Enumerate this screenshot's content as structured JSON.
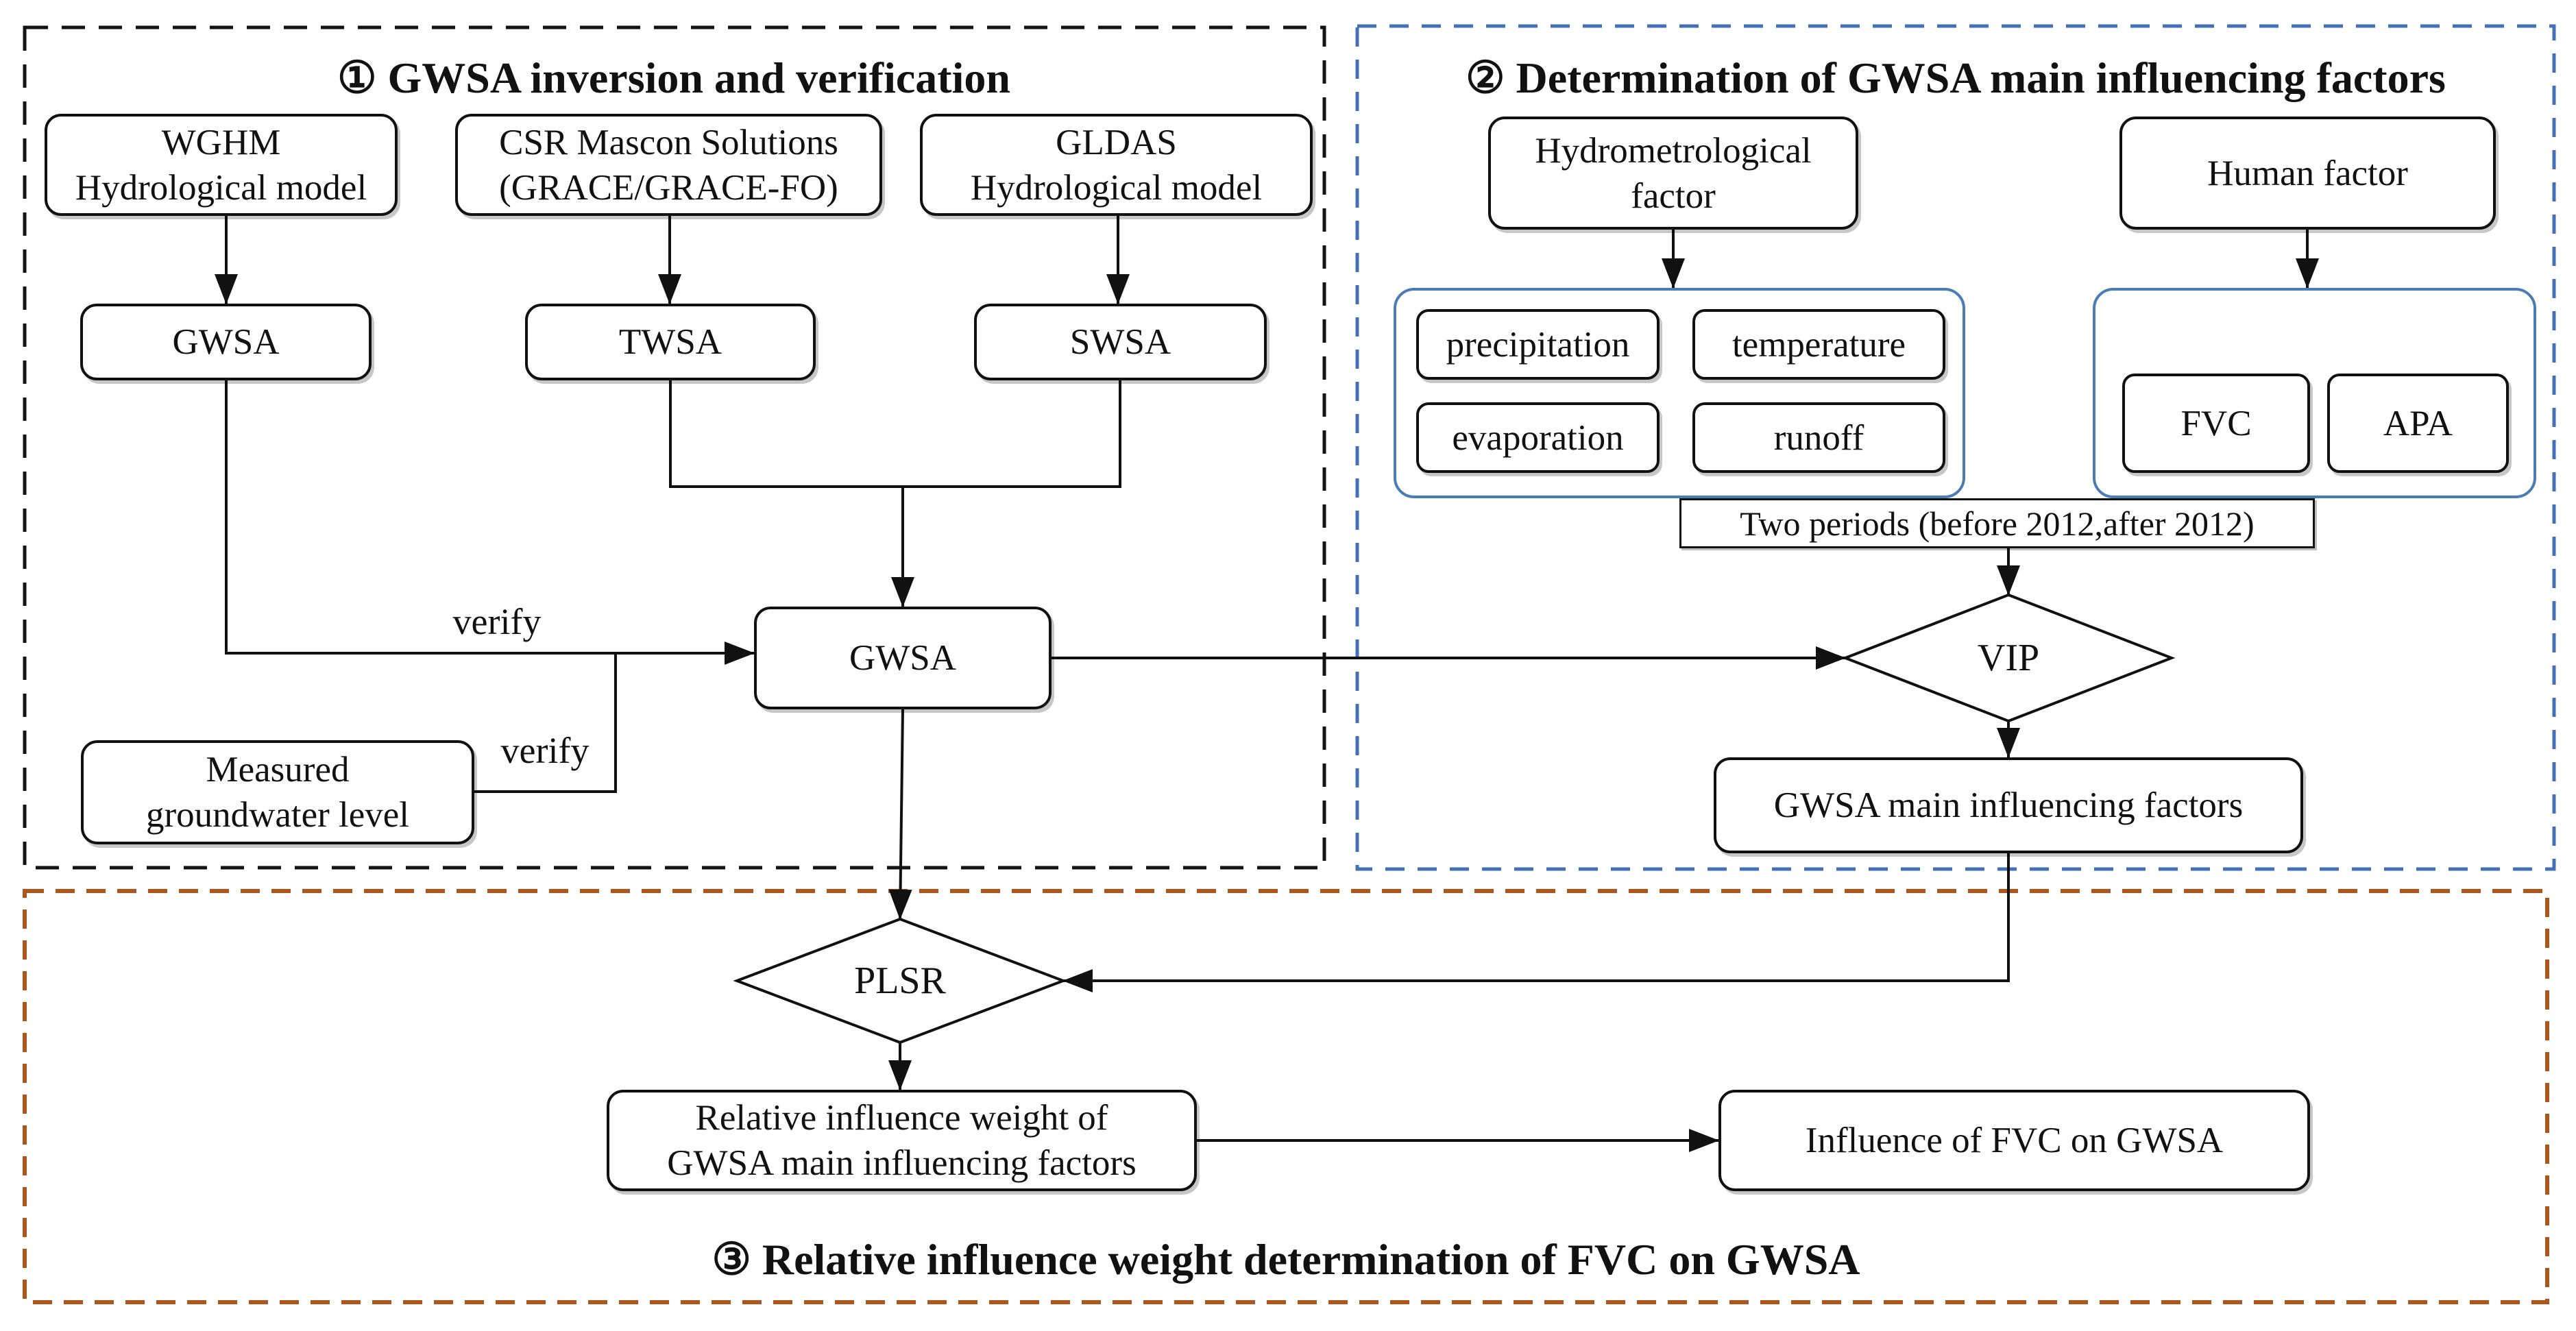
{
  "colors": {
    "line": "#111111",
    "box_border": "#111111",
    "box_fill": "#ffffff",
    "section1_border": "#141414",
    "section2_border": "#4470b8",
    "section3_border": "#b0541a",
    "cluster_border": "#4a7cb5"
  },
  "sections": {
    "s1": {
      "title": "① GWSA inversion and verification"
    },
    "s2": {
      "title": "② Determination of GWSA main influencing factors"
    },
    "s3": {
      "title": "③ Relative influence weight determination of FVC on GWSA"
    }
  },
  "nodes": {
    "wghm": {
      "lines": [
        "WGHM",
        "Hydrological model"
      ]
    },
    "csr": {
      "lines": [
        "CSR Mascon Solutions",
        "(GRACE/GRACE-FO)"
      ]
    },
    "gldas": {
      "lines": [
        "GLDAS",
        "Hydrological model"
      ]
    },
    "gwsa_wghm": {
      "label": "GWSA"
    },
    "twsa": {
      "label": "TWSA"
    },
    "swsa": {
      "label": "SWSA"
    },
    "gwsa_central": {
      "label": "GWSA"
    },
    "measured": {
      "lines": [
        "Measured",
        "groundwater level"
      ]
    },
    "hydro_factor": {
      "lines": [
        "Hydrometrological",
        "factor"
      ]
    },
    "human_factor": {
      "label": "Human factor"
    },
    "precipitation": {
      "label": "precipitation"
    },
    "temperature": {
      "label": "temperature"
    },
    "evaporation": {
      "label": "evaporation"
    },
    "runoff": {
      "label": "runoff"
    },
    "fvc": {
      "label": "FVC"
    },
    "apa": {
      "label": "APA"
    },
    "two_periods": {
      "label": "Two periods (before 2012,after 2012)"
    },
    "vip": {
      "label": "VIP"
    },
    "factors": {
      "label": "GWSA main influencing factors"
    },
    "plsr": {
      "label": "PLSR"
    },
    "rel_weight": {
      "lines": [
        "Relative influence weight of",
        "GWSA main influencing factors"
      ]
    },
    "influence": {
      "label": "Influence of FVC on GWSA"
    }
  },
  "edge_labels": {
    "verify_top": "verify",
    "verify_bottom": "verify"
  }
}
